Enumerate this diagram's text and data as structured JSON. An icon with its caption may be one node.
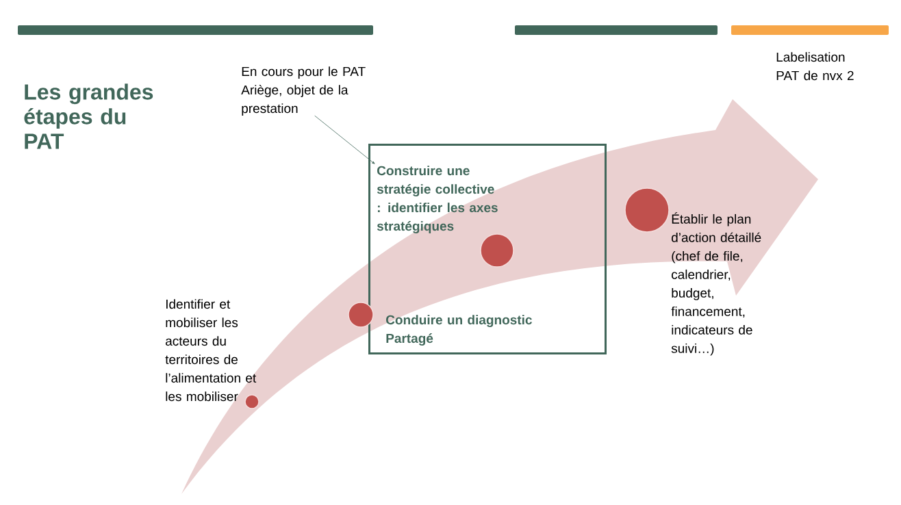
{
  "diagram": {
    "title": "Les grandes étapes du PAT",
    "nodes": [
      {
        "text": [
          "En cours pour le PAT Ariège, objet de la prestation"
        ]
      },
      {
        "text": [],
        "shape": "box"
      },
      {
        "text": [
          "Construire une stratégie collective : identifier les axes stratégiques"
        ],
        "in": 1
      },
      {
        "text": [
          "Conduire un diagnostic Partagé"
        ],
        "in": 1
      },
      {
        "text": [],
        "shape": "circle",
        "beside": [
          "Identifier et mobiliser les acteurs du territoires de l’alimentation et les mobiliser"
        ]
      },
      {
        "text": [],
        "shape": "circle"
      },
      {
        "text": [],
        "shape": "circle",
        "in": 1
      },
      {
        "text": [],
        "shape": "circle",
        "beside": [
          "Établir le plan d’action détaillé (chef de file, calendrier, budget, financement, indicateurs de suivi…)"
        ]
      }
    ],
    "edges": [
      {
        "from": 0,
        "to": 2,
        "arrow": "to"
      }
    ],
    "labels": [
      "Labelisation PAT de nvx 2"
    ]
  }
}
